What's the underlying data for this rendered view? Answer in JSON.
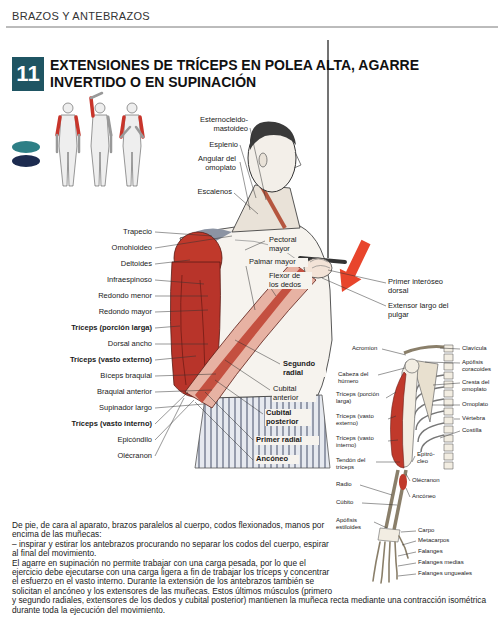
{
  "diagram": {
    "title": "EXTENSIONES DE TRÍCEPS EN POLEA ALTA, AGARRE INVERTIDO O EN SUPINACIÓN",
    "nodes": [
      {
        "text": [
          "11"
        ]
      }
    ],
    "labels": [
      "Esternocleido-mastoideo",
      "Esplenio",
      "Angular del omoplato",
      "Escalenos",
      "Trapecio",
      "Omohioideo",
      "Deltoides",
      "Infraespinoso",
      "Redondo menor",
      "Redondo mayor",
      "Tríceps (porción larga)",
      "Dorsal ancho",
      "Tríceps (vasto externo)",
      "Bíceps braquial",
      "Braquial anterior",
      "Supinador largo",
      "Tríceps (vasto interno)",
      "Epicóndilo",
      "Olécranon",
      "Pectoral mayor",
      "Palmar mayor",
      "Flexor de los dedos",
      "Primer interóseo dorsal",
      "Extensor largo del pulgar",
      "Segundo radial",
      "Cubital anterior",
      "Cubital posterior",
      "Primer radial",
      "Ancóneo",
      "Acromion",
      "Cabeza del húmero",
      "Tríceps (porción larga)",
      "Tríceps (vasto externo)",
      "Tríceps (vasto interno)",
      "Tendón del tríceps",
      "Radio",
      "Cúbito",
      "Apófisis estiloides",
      "Epitró-cleo",
      "Olécranon",
      "Ancóneo",
      "Carpo",
      "Metacarpos",
      "Falanges",
      "Falanges medias",
      "Falanges ungueales",
      "Clavícula",
      "Apófisis coracoides",
      "Cresta del omoplato",
      "Omoplato",
      "Vértebra",
      "Costilla",
      "BRAZOS Y ANTEBRAZOS",
      "De pie, de cara al aparato, brazos paralelos al cuerpo, codos flexionados, manos por encima de las muñecas:",
      "– inspirar y estirar los antebrazos procurando no separar los codos del cuerpo, espirar al final del movimiento.",
      "El agarre en supinación no permite trabajar con una carga pesada, por lo que el ejercicio debe ejecutarse con una carga ligera a fin de trabajar los tríceps y concentrar el esfuerzo en el vasto interno. Durante la extensión de los antebrazos también se solicitan el ancóneo y los extensores de las muñecas. Estos últimos músculos (primero y segundo radiales, extensores de los dedos y cubital posterior) mantienen la muñeca recta mediante una contracción isométrica durante toda la ejecución del movimiento."
    ]
  }
}
